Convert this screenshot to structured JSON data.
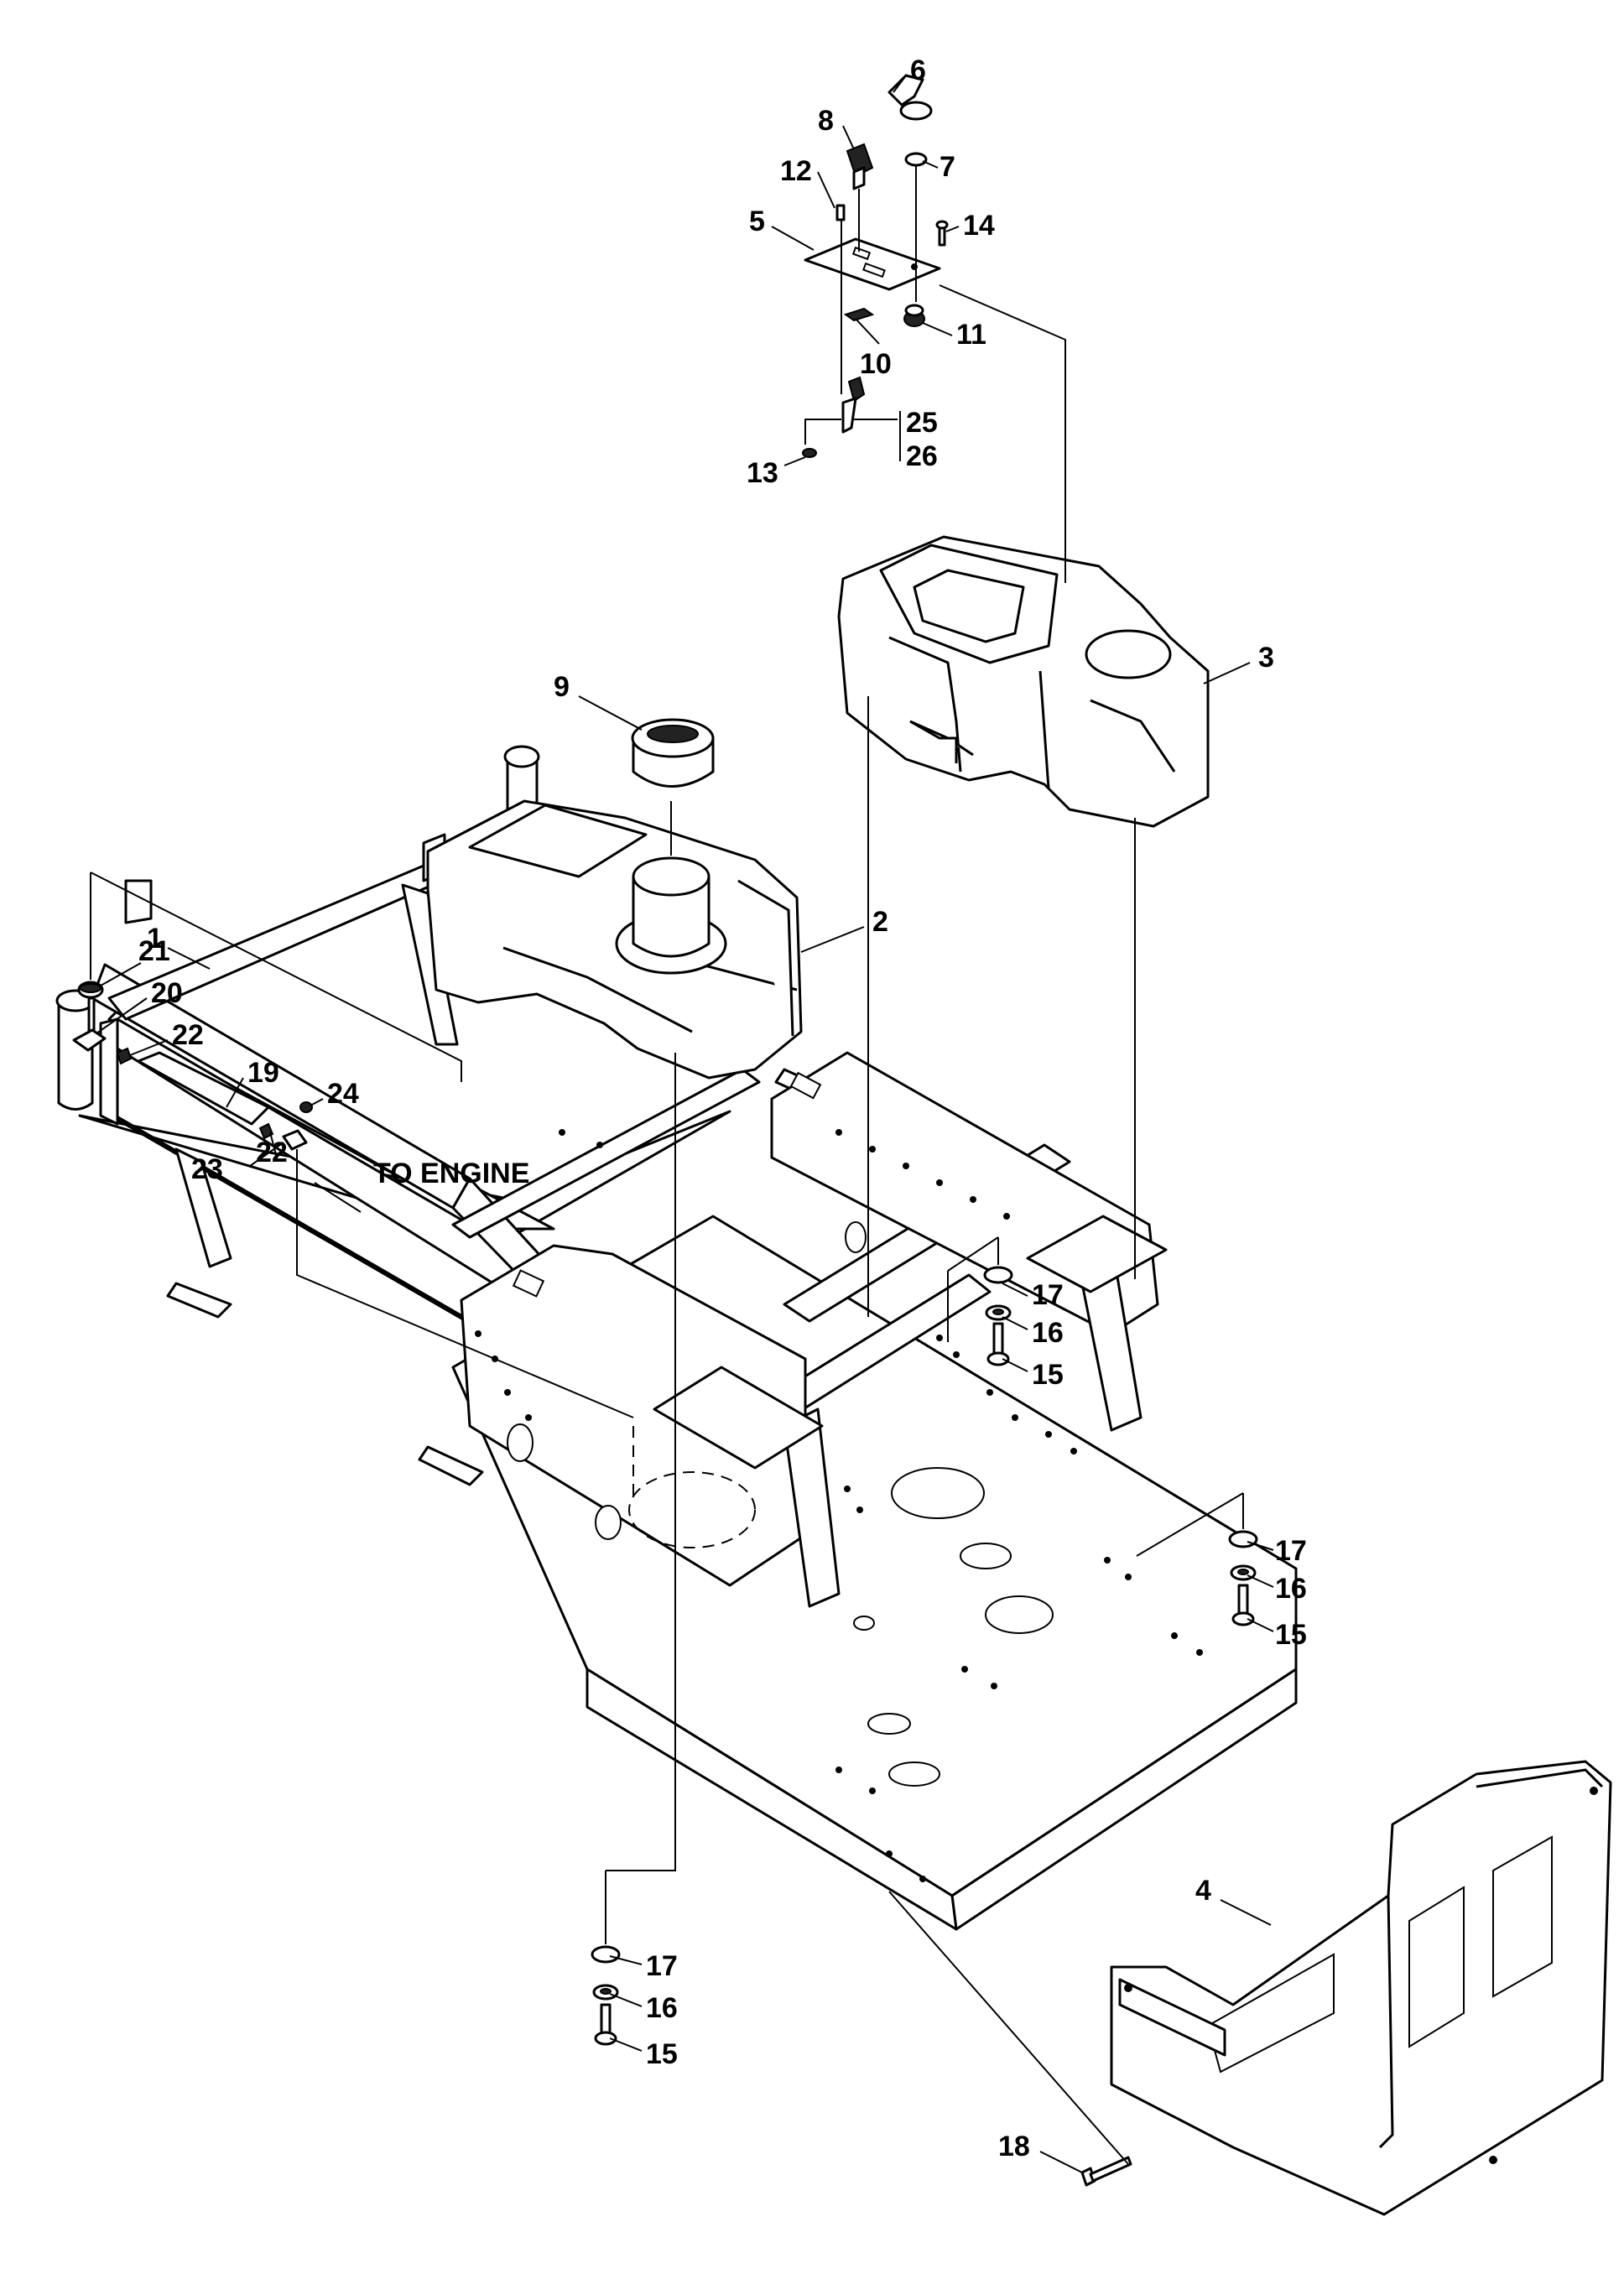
{
  "callouts": [
    {
      "id": "1",
      "text": "1"
    },
    {
      "id": "2",
      "text": "2"
    },
    {
      "id": "3",
      "text": "3"
    },
    {
      "id": "4",
      "text": "4"
    },
    {
      "id": "5",
      "text": "5"
    },
    {
      "id": "6",
      "text": "6"
    },
    {
      "id": "7",
      "text": "7"
    },
    {
      "id": "8",
      "text": "8"
    },
    {
      "id": "9",
      "text": "9"
    },
    {
      "id": "10",
      "text": "10"
    },
    {
      "id": "11",
      "text": "11"
    },
    {
      "id": "12",
      "text": "12"
    },
    {
      "id": "13",
      "text": "13"
    },
    {
      "id": "14",
      "text": "14"
    },
    {
      "id": "15a",
      "text": "15"
    },
    {
      "id": "15b",
      "text": "15"
    },
    {
      "id": "15c",
      "text": "15"
    },
    {
      "id": "16a",
      "text": "16"
    },
    {
      "id": "16b",
      "text": "16"
    },
    {
      "id": "16c",
      "text": "16"
    },
    {
      "id": "17a",
      "text": "17"
    },
    {
      "id": "17b",
      "text": "17"
    },
    {
      "id": "17c",
      "text": "17"
    },
    {
      "id": "18",
      "text": "18"
    },
    {
      "id": "19",
      "text": "19"
    },
    {
      "id": "20",
      "text": "20"
    },
    {
      "id": "21",
      "text": "21"
    },
    {
      "id": "22a",
      "text": "22"
    },
    {
      "id": "22b",
      "text": "22"
    },
    {
      "id": "23",
      "text": "23"
    },
    {
      "id": "24",
      "text": "24"
    },
    {
      "id": "25",
      "text": "25"
    },
    {
      "id": "26",
      "text": "26"
    }
  ],
  "note": {
    "to_engine": "TO ENGINE"
  }
}
